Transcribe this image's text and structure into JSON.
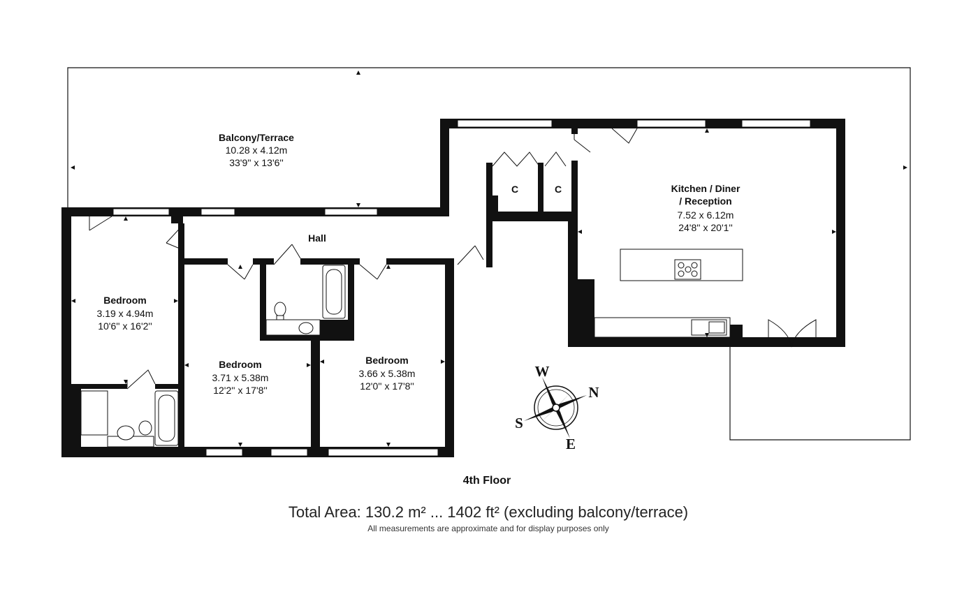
{
  "rooms": {
    "balcony": {
      "name": "Balcony/Terrace",
      "metric": "10.28 x 4.12m",
      "imperial": "33'9'' x 13'6''"
    },
    "kitchen": {
      "name_line1": "Kitchen / Diner",
      "name_line2": "/ Reception",
      "metric": "7.52 x 6.12m",
      "imperial": "24'8'' x 20'1''"
    },
    "hall": {
      "name": "Hall"
    },
    "cupboard1": {
      "name": "C"
    },
    "cupboard2": {
      "name": "C"
    },
    "bedroom1": {
      "name": "Bedroom",
      "metric": "3.19 x 4.94m",
      "imperial": "10'6'' x 16'2''"
    },
    "bedroom2": {
      "name": "Bedroom",
      "metric": "3.71 x 5.38m",
      "imperial": "12'2'' x 17'8''"
    },
    "bedroom3": {
      "name": "Bedroom",
      "metric": "3.66 x 5.38m",
      "imperial": "12'0'' x 17'8''"
    }
  },
  "compass": {
    "w": "W",
    "n": "N",
    "s": "S",
    "e": "E"
  },
  "floor_label": "4th Floor",
  "total_area": "Total Area: 130.2 m² ... 1402 ft² (excluding balcony/terrace)",
  "disclaimer": "All measurements are approximate and for display purposes only"
}
